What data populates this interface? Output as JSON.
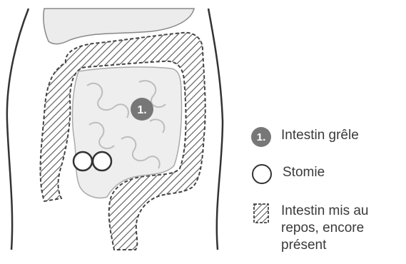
{
  "diagram": {
    "marker_label": "1."
  },
  "legend": {
    "items": [
      {
        "key": "small_intestine",
        "badge": "1.",
        "label": "Intestin grêle"
      },
      {
        "key": "stoma",
        "label": "Stomie"
      },
      {
        "key": "resting_bowel",
        "label": "Intestin mis au repos, encore présent"
      }
    ]
  },
  "colors": {
    "outline": "#333333",
    "organ_fill": "#e9e9e9",
    "badge": "#777777",
    "hatch": "#555555",
    "text": "#3a3a3a"
  }
}
